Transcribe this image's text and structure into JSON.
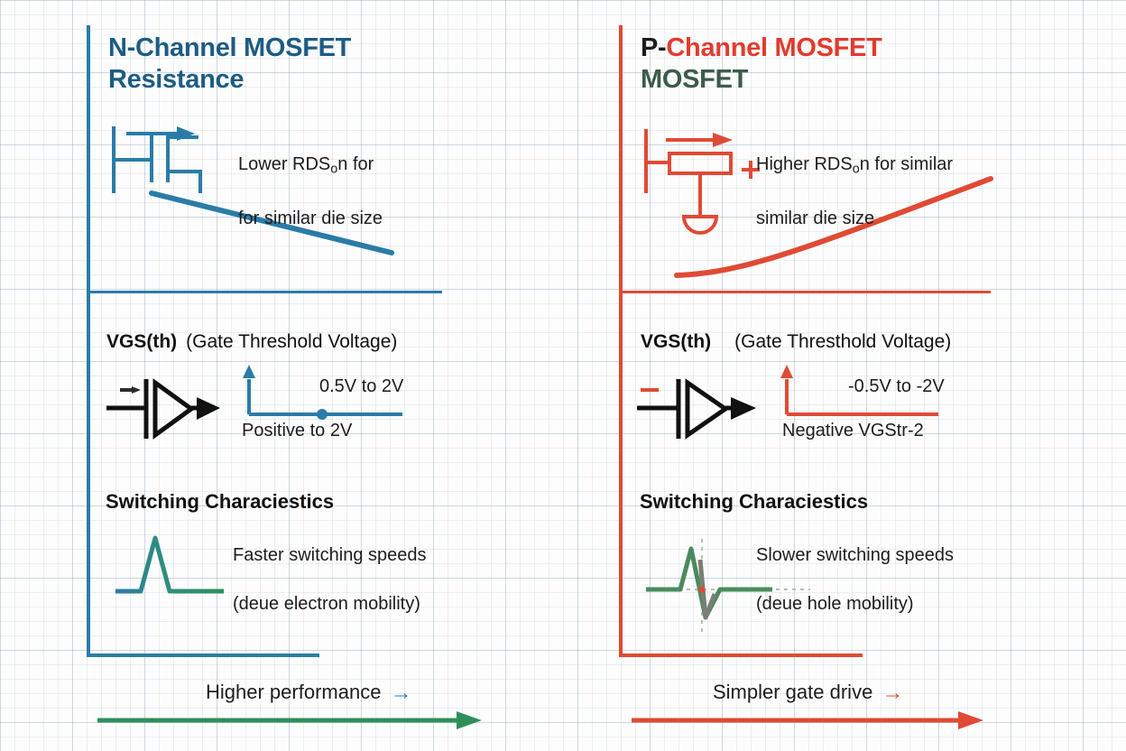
{
  "page": {
    "background": "#fdfdfd",
    "grid": "graph-paper",
    "accent_blue": "#2a7ca8",
    "accent_red": "#e04a34",
    "accent_green": "#2f8f5b",
    "title_blue": "#1d5c84",
    "title_red": "#e23b2e",
    "title_green": "#3d5b4a"
  },
  "left_column": {
    "title_line1": "N-Channel MOSFET",
    "title_line2": "Resistance",
    "row_resistance": {
      "symbol": "n-channel-mosfet-symbol",
      "text_line1": "Lower RDS",
      "text_sub": "o",
      "text_line1_tail": "n for",
      "text_line2": "for similar die size",
      "curve": "decreasing-line"
    },
    "row_vgs": {
      "heading_bold": "VGS(th)",
      "heading_rest": "(Gate Threshold Voltage)",
      "symbol": "diode-buffer-symbol",
      "symbol_polarity": "-",
      "plot_label_right": "0.5V to 2V",
      "plot_label_below": "Positive to 2V",
      "plot": "axis-with-dot-marker"
    },
    "row_switching": {
      "heading": "Switching Characiestics",
      "text_line1": "Faster switching speeds",
      "text_line2": "(deue electron mobility)",
      "waveform": "single-positive-pulse"
    },
    "footer": {
      "label": "Higher performance",
      "arrow_glyph": "→",
      "arrow_bar": "green-right-arrow"
    }
  },
  "right_column": {
    "title_prefix": "P-",
    "title_line1": "Channel MOSFET",
    "title_line2": "MOSFET",
    "row_resistance": {
      "symbol": "p-channel-mosfet-symbol",
      "symbol_polarity": "+",
      "text_line1": "Higher RDS",
      "text_sub": "o",
      "text_line1_tail": "n for similar",
      "text_line2": "similar die size",
      "curve": "increasing-curve"
    },
    "row_vgs": {
      "heading_bold": "VGS(th)",
      "heading_rest": "(Gate Thresthold Voltage)",
      "symbol": "diode-buffer-symbol",
      "symbol_polarity": "-",
      "plot_label_right": "-0.5V to -2V",
      "plot_label_below": "Negative VGStr-2",
      "plot": "axis-red"
    },
    "row_switching": {
      "heading": "Switching Characiestics",
      "text_line1": "Slower switching speeds",
      "text_line2": "(deue hole mobility)",
      "waveform": "bipolar-pulse-with-crosshair"
    },
    "footer": {
      "label": "Simpler gate drive",
      "arrow_glyph": "→",
      "arrow_bar": "red-right-arrow"
    }
  }
}
